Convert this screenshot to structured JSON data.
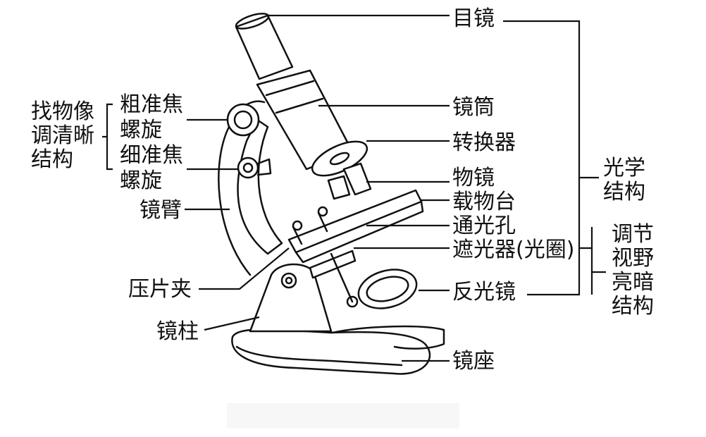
{
  "colors": {
    "ink": "#111111",
    "background": "#ffffff"
  },
  "labels": {
    "eyepiece": "目镜",
    "tube": "镜筒",
    "nosepiece": "转换器",
    "objective": "物镜",
    "stage": "载物台",
    "stage_hole": "通光孔",
    "diaphragm": "遮光器(光圈)",
    "mirror": "反光镜",
    "base": "镜座",
    "arm": "镜臂",
    "clip": "压片夹",
    "pillar": "镜柱",
    "coarse_focus": "粗准焦",
    "coarse_focus_2": "螺旋",
    "fine_focus": "细准焦",
    "fine_focus_2": "螺旋"
  },
  "groups": {
    "find_image_l1": "找物像",
    "find_image_l2": "调清晰",
    "find_image_l3": "结构",
    "optical_l1": "光学",
    "optical_l2": "结构",
    "light_l1": "调节",
    "light_l2": "视野",
    "light_l3": "亮暗",
    "light_l4": "结构"
  }
}
